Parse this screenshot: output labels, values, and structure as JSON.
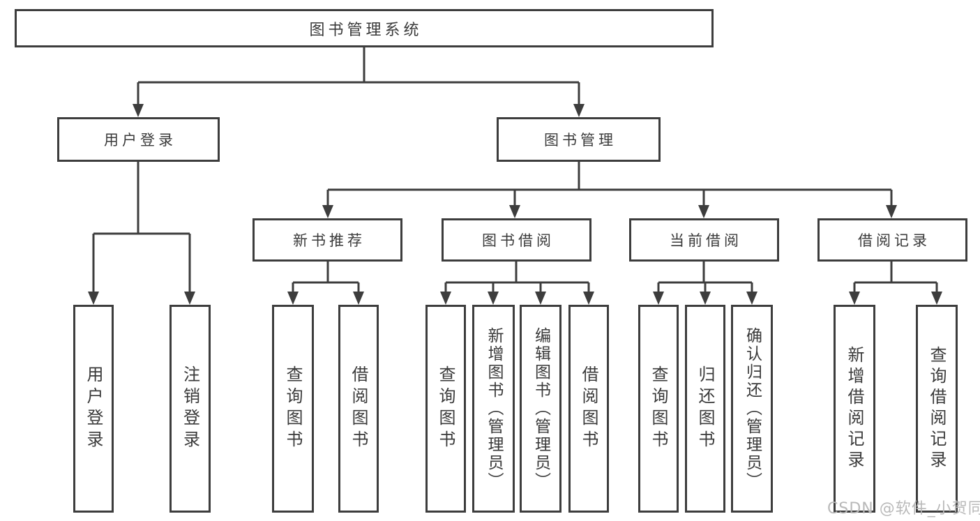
{
  "diagram": {
    "root": {
      "label": "图书管理系统"
    },
    "branches": {
      "user_login": {
        "label": "用户登录"
      },
      "book_mgmt": {
        "label": "图书管理"
      }
    },
    "modules": {
      "new_book_rec": {
        "label": "新书推荐"
      },
      "book_borrow": {
        "label": "图书借阅"
      },
      "current_borrow": {
        "label": "当前借阅"
      },
      "borrow_records": {
        "label": "借阅记录"
      }
    },
    "leaves": {
      "user_login": {
        "label": "用户登录"
      },
      "logout": {
        "label": "注销登录"
      },
      "rec_query_book": {
        "label": "查询图书"
      },
      "rec_borrow_book": {
        "label": "借阅图书"
      },
      "bw_query_book": {
        "label": "查询图书"
      },
      "bw_add_book": {
        "label": "新增图书（管理员）"
      },
      "bw_edit_book": {
        "label": "编辑图书（管理员）"
      },
      "bw_borrow_book": {
        "label": "借阅图书"
      },
      "cur_query_book": {
        "label": "查询图书"
      },
      "cur_return_book": {
        "label": "归还图书"
      },
      "cur_confirm": {
        "label": "确认归还（管理员）"
      },
      "rec_add_record": {
        "label": "新增借阅记录"
      },
      "rec_query_record": {
        "label": "查询借阅记录"
      }
    }
  },
  "colors": {
    "line": "#3d3d3d",
    "text": "#3a3a3a",
    "watermark": "#b9b9b9",
    "background": "#ffffff"
  },
  "watermark": "CSDN @软件_小贺同学"
}
